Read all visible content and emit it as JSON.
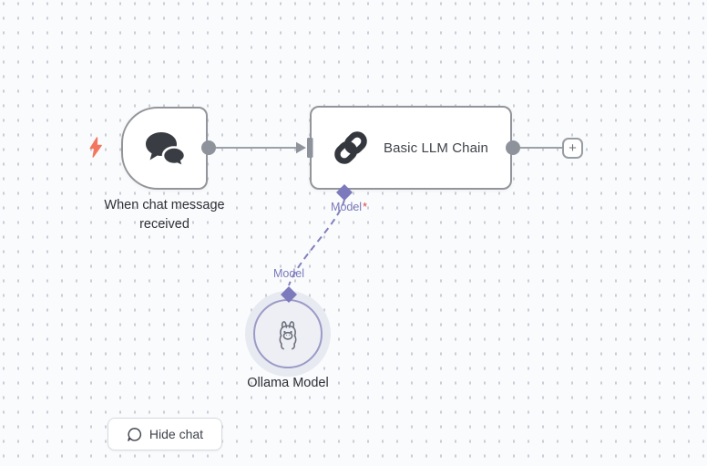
{
  "canvas": {
    "background_color": "#fafbfd",
    "grid_dot_color": "#c9cdd5"
  },
  "nodes": {
    "trigger": {
      "label": "When chat message received",
      "icon": "chat-bubbles"
    },
    "llm_chain": {
      "label": "Basic LLM Chain",
      "icon": "link"
    },
    "ollama": {
      "label": "Ollama Model",
      "icon": "llama"
    }
  },
  "endpoints": {
    "model_input": {
      "label": "Model",
      "required_marker": "*"
    },
    "model_output": {
      "label": "Model"
    }
  },
  "buttons": {
    "hide_chat_label": "Hide chat",
    "add_node_label": "+"
  },
  "colors": {
    "node_border": "#929599",
    "connection_line": "#9ba1a8",
    "port_gray": "#8e939b",
    "endpoint_purple": "#7c79bd",
    "endpoint_label_purple": "#7b79bb",
    "required_marker_red": "#d64545",
    "trigger_bolt": "#f3775f",
    "node_label_text": "#2e3035"
  }
}
